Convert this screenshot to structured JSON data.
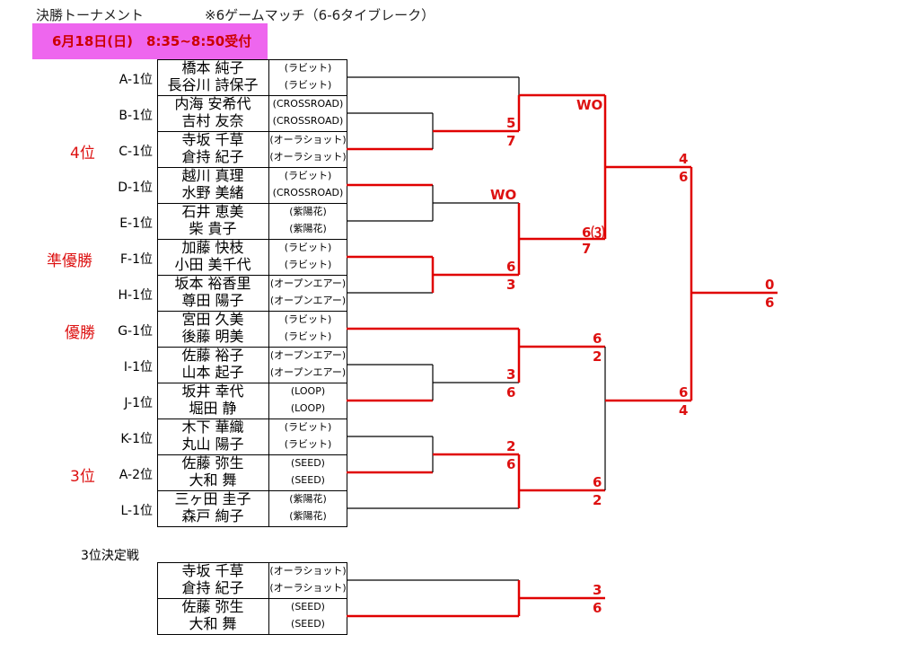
{
  "header": {
    "title": "決勝トーナメント",
    "note": "※6ゲームマッチ（6-6タイブレーク）",
    "date_session": "6月18日(日)　8:35~8:50受付"
  },
  "teams": [
    {
      "seed": "A-1位",
      "note": "",
      "p1": "橋本 純子",
      "c1": "(ラビット)",
      "p2": "長谷川 詩保子",
      "c2": "(ラビット)"
    },
    {
      "seed": "B-1位",
      "note": "",
      "p1": "内海 安希代",
      "c1": "(CROSSROAD)",
      "p2": "吉村 友奈",
      "c2": "(CROSSROAD)"
    },
    {
      "seed": "C-1位",
      "note": "4位",
      "p1": "寺坂 千草",
      "c1": "(オーラショット)",
      "p2": "倉持 紀子",
      "c2": "(オーラショット)"
    },
    {
      "seed": "D-1位",
      "note": "",
      "p1": "越川 真理",
      "c1": "(ラビット)",
      "p2": "水野 美緒",
      "c2": "(CROSSROAD)"
    },
    {
      "seed": "E-1位",
      "note": "",
      "p1": "石井 恵美",
      "c1": "(紫陽花)",
      "p2": "柴 貴子",
      "c2": "(紫陽花)"
    },
    {
      "seed": "F-1位",
      "note": "準優勝",
      "p1": "加藤 快枝",
      "c1": "(ラビット)",
      "p2": "小田 美千代",
      "c2": "(ラビット)"
    },
    {
      "seed": "H-1位",
      "note": "",
      "p1": "坂本 裕香里",
      "c1": "(オープンエアー)",
      "p2": "尊田 陽子",
      "c2": "(オープンエアー)"
    },
    {
      "seed": "G-1位",
      "note": "優勝",
      "p1": "宮田 久美",
      "c1": "(ラビット)",
      "p2": "後藤 明美",
      "c2": "(ラビット)"
    },
    {
      "seed": "I-1位",
      "note": "",
      "p1": "佐藤 裕子",
      "c1": "(オープンエアー)",
      "p2": "山本 起子",
      "c2": "(オープンエアー)"
    },
    {
      "seed": "J-1位",
      "note": "",
      "p1": "坂井 幸代",
      "c1": "(LOOP)",
      "p2": "堀田 静",
      "c2": "(LOOP)"
    },
    {
      "seed": "K-1位",
      "note": "",
      "p1": "木下 華織",
      "c1": "(ラビット)",
      "p2": "丸山 陽子",
      "c2": "(ラビット)"
    },
    {
      "seed": "A-2位",
      "note": "3位",
      "p1": "佐藤 弥生",
      "c1": "(SEED)",
      "p2": "大和 舞",
      "c2": "(SEED)"
    },
    {
      "seed": "L-1位",
      "note": "",
      "p1": "三ヶ田 圭子",
      "c1": "(紫陽花)",
      "p2": "森戸 絢子",
      "c2": "(紫陽花)"
    }
  ],
  "third_place": {
    "title": "3位決定戦",
    "teams": [
      {
        "p1": "寺坂 千草",
        "c1": "(オーラショット)",
        "p2": "倉持 紀子",
        "c2": "(オーラショット)"
      },
      {
        "p1": "佐藤 弥生",
        "c1": "(SEED)",
        "p2": "大和 舞",
        "c2": "(SEED)"
      }
    ],
    "scores": [
      "3",
      "6"
    ]
  },
  "scores": {
    "bc": [
      "5",
      "7"
    ],
    "de": "WO",
    "fh": [
      "6",
      "3"
    ],
    "ij": [
      "3",
      "6"
    ],
    "ka": [
      "2",
      "6"
    ],
    "r1a": "WO",
    "r1b": [
      "6⑶",
      "7"
    ],
    "r1c": [
      "6",
      "2"
    ],
    "r1d": [
      "6",
      "2"
    ],
    "sf1": [
      "4",
      "6"
    ],
    "sf2": [
      "6",
      "4"
    ],
    "final": [
      "0",
      "6"
    ]
  },
  "colors": {
    "win": "#e00000",
    "line": "#000000",
    "date_bg": "#ee66ee",
    "date_text": "#cc0000"
  }
}
